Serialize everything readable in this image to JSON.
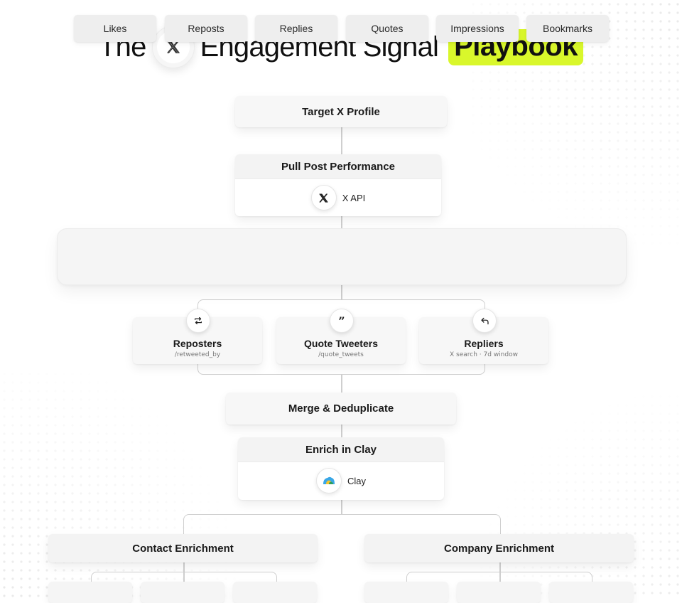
{
  "header": {
    "title_prefix": "The",
    "title_middle": "Engagement Signal",
    "title_highlight": "Playbook"
  },
  "flow": {
    "target": "Target X Profile",
    "pull": {
      "title": "Pull Post Performance",
      "tool": "X API"
    },
    "metrics": [
      "Likes",
      "Reposts",
      "Replies",
      "Quotes",
      "Impressions",
      "Bookmarks"
    ],
    "sources": [
      {
        "name": "Reposters",
        "sub": "/retweeted_by",
        "icon": "repost-icon"
      },
      {
        "name": "Quote Tweeters",
        "sub": "/quote_tweets",
        "icon": "quote-icon"
      },
      {
        "name": "Repliers",
        "sub": "X search · 7d window",
        "icon": "reply-icon"
      }
    ],
    "merge": "Merge & Deduplicate",
    "enrich": {
      "title": "Enrich in Clay",
      "tool": "Clay"
    },
    "branches": [
      "Contact Enrichment",
      "Company Enrichment"
    ]
  },
  "colors": {
    "highlight": "#d9f72b",
    "connector": "#cfcfcf",
    "card": "#f7f7f7"
  }
}
